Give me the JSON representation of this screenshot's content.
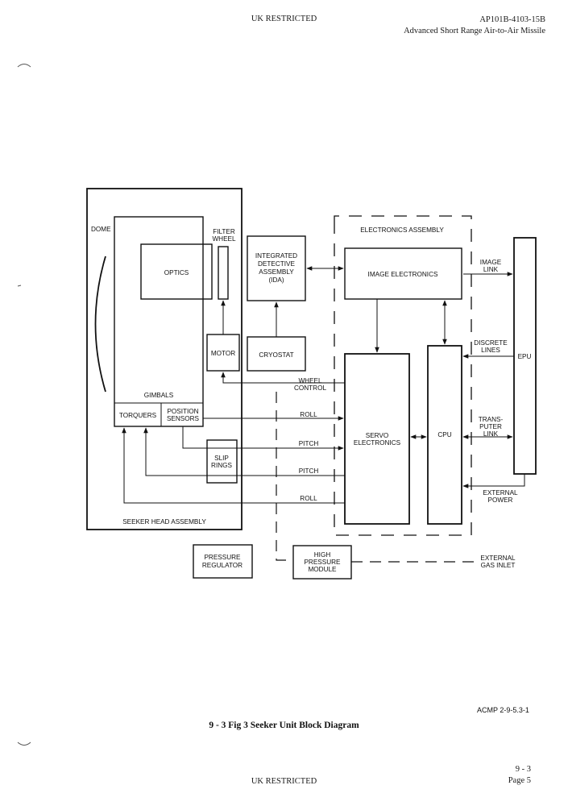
{
  "header": {
    "classification": "UK RESTRICTED",
    "doc_number": "AP101B-4103-15B",
    "doc_title": "Advanced Short Range Air-to-Air Missile"
  },
  "diagram": {
    "dome": "DOME",
    "filter_wheel": [
      "FILTER",
      "WHEEL"
    ],
    "optics": "OPTICS",
    "ida": [
      "INTEGRATED",
      "DETECTIVE",
      "ASSEMBLY",
      "(IDA)"
    ],
    "electronics_assembly": "ELECTRONICS ASSEMBLY",
    "image_electronics": "IMAGE ELECTRONICS",
    "image_link": [
      "IMAGE",
      "LINK"
    ],
    "epu": "EPU",
    "motor": "MOTOR",
    "cryostat": "CRYOSTAT",
    "discrete_lines": [
      "DISCRETE",
      "LINES"
    ],
    "wheel_control": [
      "WHEEL",
      "CONTROL"
    ],
    "gimbals": "GIMBALS",
    "torquers": "TORQUERS",
    "position_sensors": [
      "POSITION",
      "SENSORS"
    ],
    "roll_top": "ROLL",
    "pitch_top": "PITCH",
    "pitch_bottom": "PITCH",
    "roll_bottom": "ROLL",
    "servo_electronics": [
      "SERVO",
      "ELECTRONICS"
    ],
    "cpu": "CPU",
    "transputer_link": [
      "TRANS-",
      "PUTER",
      "LINK"
    ],
    "slip_rings": [
      "SLIP",
      "RINGS"
    ],
    "external_power": [
      "EXTERNAL",
      "POWER"
    ],
    "seeker_head_assembly": "SEEKER HEAD ASSEMBLY",
    "pressure_regulator": [
      "PRESSURE",
      "REGULATOR"
    ],
    "high_pressure_module": [
      "HIGH",
      "PRESSURE",
      "MODULE"
    ],
    "external_gas_inlet": [
      "EXTERNAL",
      "GAS INLET"
    ]
  },
  "figure": {
    "ref": "ACMP 2-9-5.3-1",
    "caption": "9 - 3 Fig 3 Seeker Unit Block Diagram"
  },
  "footer": {
    "classification": "UK RESTRICTED",
    "page_ref": "9 - 3",
    "page": "Page 5"
  }
}
